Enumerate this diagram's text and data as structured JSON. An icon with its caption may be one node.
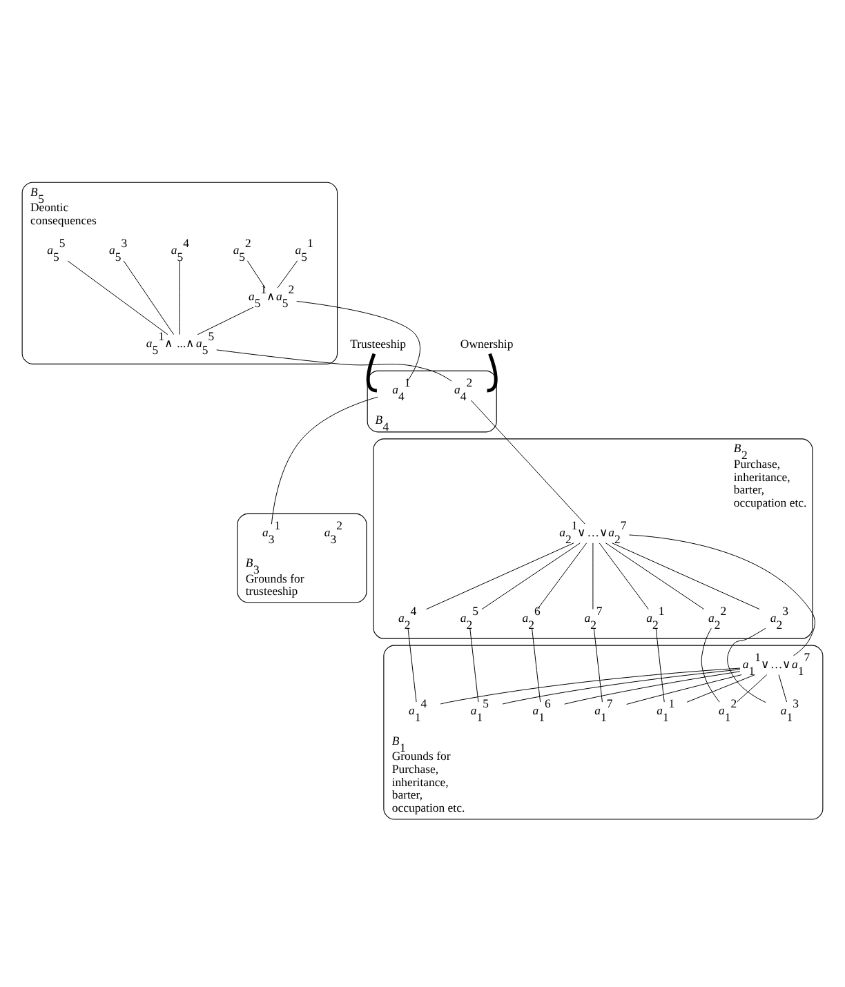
{
  "diagram": {
    "nodes": [
      {
        "text": [
          "*B*$_{5}$"
        ],
        "beside": [
          "Deontic consequences"
        ]
      },
      {
        "text": [
          "*a*$_{5}$$^{1}$"
        ],
        "in": 0
      },
      {
        "text": [
          "*a*$_{5}$$^{2}$"
        ],
        "in": 0
      },
      {
        "text": [
          "*a*$_{5}$$^{3}$"
        ],
        "in": 0
      },
      {
        "text": [
          "*a*$_{5}$$^{4}$"
        ],
        "in": 0
      },
      {
        "text": [
          "*a*$_{5}$$^{5}$"
        ],
        "in": 0
      },
      {
        "text": [
          "*a*$_{5}$$^{1}$∧*a*$_{5}$$^{2}$"
        ],
        "in": 0
      },
      {
        "text": [
          "*a*$_{5}$$^{1}$∧ ...∧*a*$_{5}$$^{5}$"
        ],
        "in": 0
      },
      {
        "text": [
          "Trusteeship"
        ]
      },
      {
        "text": [
          "*B*$_{4}$"
        ]
      },
      {
        "text": [
          "*a*$_{4}$$^{1}$"
        ],
        "in": 9
      },
      {
        "text": [
          "*a*$_{4}$$^{2}$"
        ],
        "in": 9
      },
      {
        "text": [
          "Ownership"
        ]
      },
      {
        "text": [
          "*B*$_{3}$"
        ],
        "beside": [
          "Grounds for trusteeship"
        ]
      },
      {
        "text": [
          "*a*$_{3}$$^{1}$"
        ],
        "in": 13
      },
      {
        "text": [
          "*a*$_{3}$$^{2}$"
        ],
        "in": 13
      },
      {
        "text": [
          "*B*$_{2}$"
        ],
        "beside": [
          "Purchase, inheritance, barter, occupation etc."
        ]
      },
      {
        "text": [
          "*a*$_{2}$$^{1}$∨…∨*a*$_{2}$$^{7}$"
        ],
        "in": 16
      },
      {
        "text": [
          "*a*$_{2}$$^{1}$"
        ],
        "in": 16
      },
      {
        "text": [
          "*a*$_{2}$$^{2}$"
        ],
        "in": 16
      },
      {
        "text": [
          "*a*$_{2}$$^{3}$"
        ],
        "in": 16
      },
      {
        "text": [
          "*a*$_{2}$$^{4}$"
        ],
        "in": 16
      },
      {
        "text": [
          "*a*$_{2}$$^{5}$"
        ],
        "in": 16
      },
      {
        "text": [
          "*a*$_{2}$$^{6}$"
        ],
        "in": 16
      },
      {
        "text": [
          "*a*$_{2}$$^{7}$"
        ],
        "in": 16
      },
      {
        "text": [
          "*B*$_{1}$"
        ],
        "beside": [
          "Grounds for Purchase, inheritance, barter, occupation etc."
        ]
      },
      {
        "text": [
          "*a*$_{1}$$^{1}$∨…∨*a*$_{1}$$^{7}$"
        ],
        "in": 25
      },
      {
        "text": [
          "*a*$_{1}$$^{1}$"
        ],
        "in": 25
      },
      {
        "text": [
          "*a*$_{1}$$^{2}$"
        ],
        "in": 25
      },
      {
        "text": [
          "*a*$_{1}$$^{3}$"
        ],
        "in": 25
      },
      {
        "text": [
          "*a*$_{1}$$^{4}$"
        ],
        "in": 25
      },
      {
        "text": [
          "*a*$_{1}$$^{5}$"
        ],
        "in": 25
      },
      {
        "text": [
          "*a*$_{1}$$^{6}$"
        ],
        "in": 25
      },
      {
        "text": [
          "*a*$_{1}$$^{7}$"
        ],
        "in": 25
      }
    ],
    "edges": [
      {
        "from": 1,
        "to": 6,
        "arrow": "none"
      },
      {
        "from": 2,
        "to": 6,
        "arrow": "none"
      },
      {
        "from": 6,
        "to": 7,
        "arrow": "none"
      },
      {
        "from": 3,
        "to": 7,
        "arrow": "none"
      },
      {
        "from": 4,
        "to": 7,
        "arrow": "none"
      },
      {
        "from": 5,
        "to": 7,
        "arrow": "none"
      },
      {
        "from": 6,
        "to": 10,
        "arrow": "none"
      },
      {
        "from": 7,
        "to": 11,
        "arrow": "none"
      },
      {
        "from": 8,
        "to": 10,
        "arrow": "none",
        "style": "thick"
      },
      {
        "from": 12,
        "to": 11,
        "arrow": "none",
        "style": "thick"
      },
      {
        "from": 10,
        "to": 14,
        "arrow": "none"
      },
      {
        "from": 11,
        "to": 17,
        "arrow": "none"
      },
      {
        "from": 17,
        "to": 18,
        "arrow": "none"
      },
      {
        "from": 17,
        "to": 19,
        "arrow": "none"
      },
      {
        "from": 17,
        "to": 20,
        "arrow": "none"
      },
      {
        "from": 17,
        "to": 21,
        "arrow": "none"
      },
      {
        "from": 17,
        "to": 22,
        "arrow": "none"
      },
      {
        "from": 17,
        "to": 23,
        "arrow": "none"
      },
      {
        "from": 17,
        "to": 24,
        "arrow": "none"
      },
      {
        "from": 18,
        "to": 27,
        "arrow": "none"
      },
      {
        "from": 19,
        "to": 28,
        "arrow": "none"
      },
      {
        "from": 20,
        "to": 29,
        "arrow": "none"
      },
      {
        "from": 21,
        "to": 30,
        "arrow": "none"
      },
      {
        "from": 22,
        "to": 31,
        "arrow": "none"
      },
      {
        "from": 23,
        "to": 32,
        "arrow": "none"
      },
      {
        "from": 24,
        "to": 33,
        "arrow": "none"
      },
      {
        "from": 17,
        "to": 26,
        "arrow": "none"
      },
      {
        "from": 26,
        "to": 27,
        "arrow": "none"
      },
      {
        "from": 26,
        "to": 28,
        "arrow": "none"
      },
      {
        "from": 26,
        "to": 29,
        "arrow": "none"
      },
      {
        "from": 26,
        "to": 30,
        "arrow": "none"
      },
      {
        "from": 26,
        "to": 31,
        "arrow": "none"
      },
      {
        "from": 26,
        "to": 32,
        "arrow": "none"
      },
      {
        "from": 26,
        "to": 33,
        "arrow": "none"
      }
    ]
  }
}
